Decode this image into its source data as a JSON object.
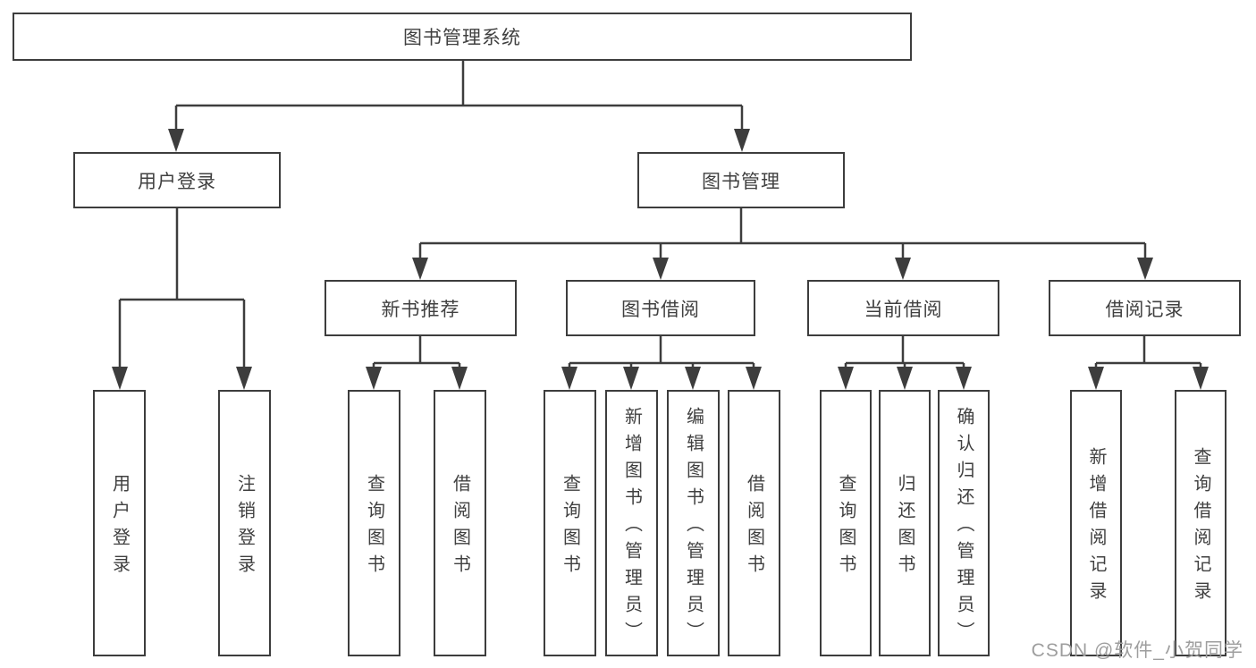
{
  "tree": {
    "root": {
      "label": "图书管理系统"
    },
    "branches": [
      {
        "label": "用户登录",
        "leaves": [
          "用户登录",
          "注销登录"
        ]
      },
      {
        "label": "图书管理",
        "sections": [
          {
            "label": "新书推荐",
            "leaves": [
              "查询图书",
              "借阅图书"
            ]
          },
          {
            "label": "图书借阅",
            "leaves": [
              "查询图书",
              "新增图书（管理员）",
              "编辑图书（管理员）",
              "借阅图书"
            ]
          },
          {
            "label": "当前借阅",
            "leaves": [
              "查询图书",
              "归还图书",
              "确认归还（管理员）"
            ]
          },
          {
            "label": "借阅记录",
            "leaves": [
              "新增借阅记录",
              "查询借阅记录"
            ]
          }
        ]
      }
    ]
  },
  "watermark": {
    "text": "CSDN @软件_小贺同学"
  },
  "colors": {
    "line": "#3d3d3d",
    "text": "#404040",
    "background": "#ffffff",
    "watermark": "#9e9e9e"
  }
}
